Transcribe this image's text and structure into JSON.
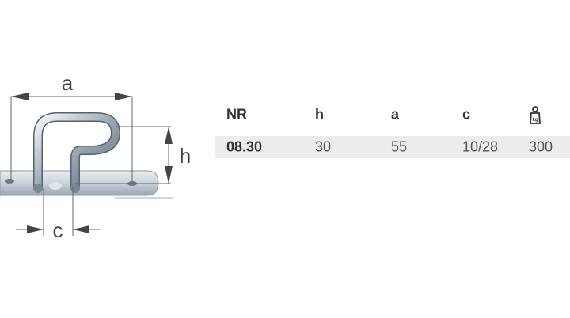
{
  "diagram": {
    "labels": {
      "a": "a",
      "h": "h",
      "c": "c"
    }
  },
  "table": {
    "headers": {
      "nr": "NR",
      "h": "h",
      "a": "a",
      "c": "c",
      "weight_icon": "weight-kg-icon",
      "weight_icon_text": "kg"
    },
    "rows": [
      {
        "nr": "08.30",
        "h": "30",
        "a": "55",
        "c": "10/28",
        "load": "300"
      }
    ]
  }
}
